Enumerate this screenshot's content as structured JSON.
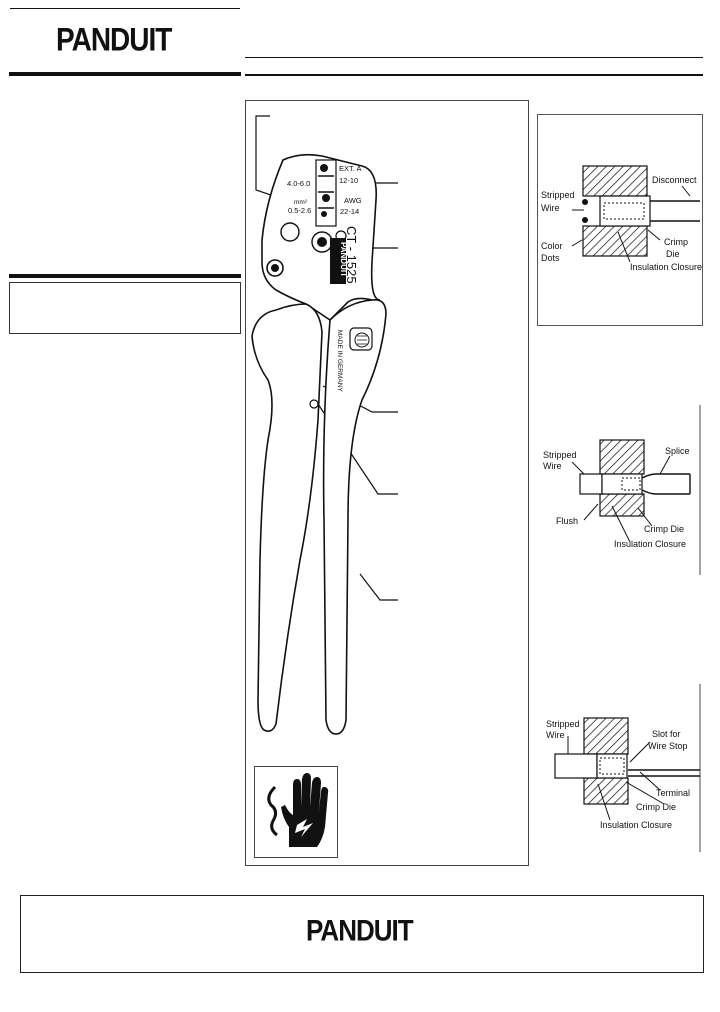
{
  "header": {
    "logo": "PANDUIT"
  },
  "footer": {
    "logo": "PANDUIT"
  },
  "tool": {
    "color_band_label": "EXT. A",
    "size_mm_left": "4.0-6.0",
    "size_mm_right": "0.5-2.6",
    "unit_label": "mm²",
    "awg_upper": "12-10",
    "awg_label": "AWG",
    "awg_lower": "22-14",
    "model_number": "CT - 1525",
    "brand_plate": "PANDUIT",
    "origin_text": "MADE IN GERMANY"
  },
  "diagram_disconnect": {
    "stripped_wire": "Stripped Wire",
    "disconnect": "Disconnect",
    "color_dots": "Color Dots",
    "crimp_die": "Crimp Die",
    "insulation_closure": "Insulation Closure"
  },
  "diagram_splice": {
    "stripped_wire": "Stripped Wire",
    "splice": "Splice",
    "flush": "Flush",
    "crimp_die": "Crimp Die",
    "insulation_closure": "Insulation Closure"
  },
  "diagram_terminal": {
    "stripped_wire": "Stripped Wire",
    "slot_for_wire_stop": "Slot for Wire Stop",
    "terminal": "Terminal",
    "crimp_die": "Crimp Die",
    "insulation_closure": "Insulation Closure"
  }
}
